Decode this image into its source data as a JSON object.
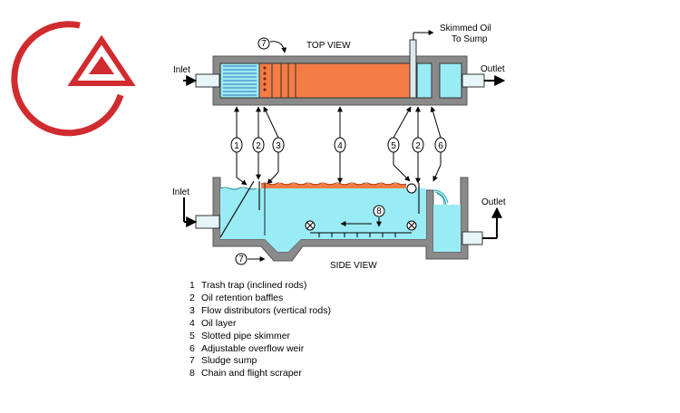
{
  "diagram": {
    "top_view_title": "TOP VIEW",
    "side_view_title": "SIDE VIEW",
    "top": {
      "inlet": "Inlet",
      "outlet": "Outlet",
      "skimmed_oil_line1": "Skimmed  Oil",
      "skimmed_oil_line2": "To Sump"
    },
    "side": {
      "inlet": "Inlet",
      "outlet": "Outlet"
    },
    "callouts": [
      "1",
      "2",
      "3",
      "4",
      "5",
      "2",
      "6"
    ],
    "sludge_marker": "7",
    "top_marker": "7",
    "scraper_marker": "8",
    "legend": [
      {
        "num": "1",
        "text": "Trash trap (inclined rods)"
      },
      {
        "num": "2",
        "text": "Oil retention baffles"
      },
      {
        "num": "3",
        "text": "Flow distributors (vertical rods)"
      },
      {
        "num": "4",
        "text": "Oil layer"
      },
      {
        "num": "5",
        "text": "Slotted pipe skimmer"
      },
      {
        "num": "6",
        "text": "Adjustable overflow weir"
      },
      {
        "num": "7",
        "text": "Sludge sump"
      },
      {
        "num": "8",
        "text": "Chain and flight scraper"
      }
    ],
    "colors": {
      "logo": "#d02b2f",
      "wall": "#8a8a8a",
      "water": "#99ecf5",
      "oil": "#f47c45",
      "inlet_pipe": "#e6f6f8"
    }
  }
}
